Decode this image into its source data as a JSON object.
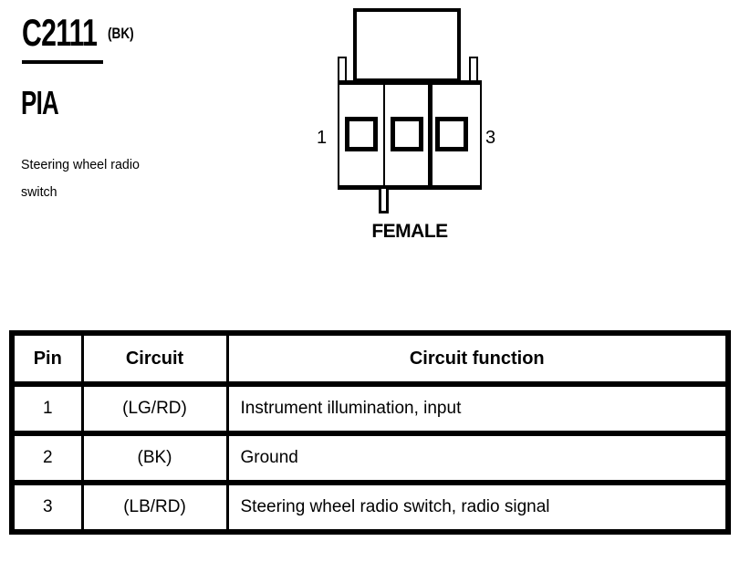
{
  "header": {
    "connector_id": "C2111",
    "wire_color": "(BK)",
    "connector_code": "PIA",
    "description": "Steering wheel radio switch"
  },
  "diagram": {
    "pin_left_label": "1",
    "pin_right_label": "3",
    "gender_label": "FEMALE",
    "cavity_count": 3
  },
  "pin_table": {
    "columns": [
      "Pin",
      "Circuit",
      "Circuit function"
    ],
    "rows": [
      {
        "pin": "1",
        "circuit": "(LG/RD)",
        "function": "Instrument illumination, input"
      },
      {
        "pin": "2",
        "circuit": "(BK)",
        "function": "Ground"
      },
      {
        "pin": "3",
        "circuit": "(LB/RD)",
        "function": "Steering wheel radio switch, radio signal"
      }
    ]
  },
  "colors": {
    "foreground": "#000000",
    "background": "#ffffff"
  }
}
